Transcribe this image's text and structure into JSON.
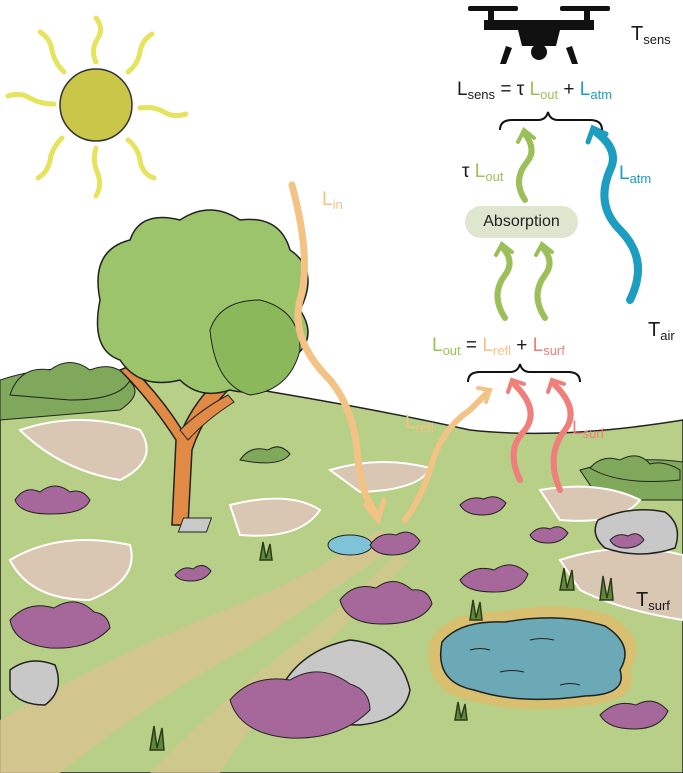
{
  "labels": {
    "t_sens": "T",
    "t_sens_sub": "sens",
    "t_air": "T",
    "t_air_sub": "air",
    "t_surf": "T",
    "t_surf_sub": "surf",
    "l_in": "L",
    "l_in_sub": "in",
    "l_atm": "L",
    "l_atm_sub": "atm",
    "tau": "τ",
    "l_out": "L",
    "l_out_sub": "out",
    "l_refl": "L",
    "l_refl_sub": "refl",
    "l_surf": "L",
    "l_surf_sub": "surf",
    "absorption": "Absorption"
  },
  "equations": {
    "sensor": {
      "lhs": "L",
      "lhs_sub": "sens",
      "eq": " = τ ",
      "t1": "L",
      "t1_sub": "out",
      "plus": " + ",
      "t2": "L",
      "t2_sub": "atm"
    },
    "outgoing": {
      "lhs": "L",
      "lhs_sub": "out",
      "eq": " = ",
      "t1": "L",
      "t1_sub": "refl",
      "plus": " + ",
      "t2": "L",
      "t2_sub": "surf"
    }
  },
  "colors": {
    "outgoing": "#9dbf5a",
    "reflected": "#f2c384",
    "surface": "#ef7f7a",
    "atmosphere": "#1d9dc0",
    "sun": "#c9c64a",
    "grass": "#b7cf87",
    "pond": "#6aa9b5",
    "heather": "#a6679a"
  },
  "icons": [
    "sun-icon",
    "drone-icon",
    "tree-icon",
    "pond-icon",
    "rock-icon",
    "heather-icon"
  ]
}
